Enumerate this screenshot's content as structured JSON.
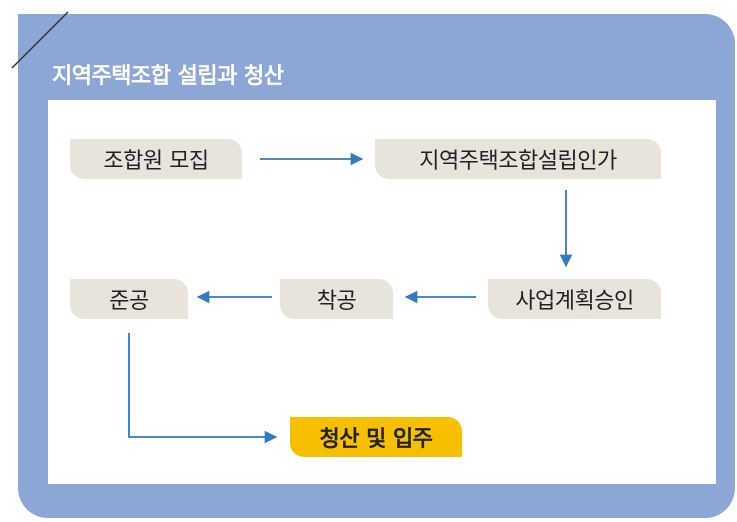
{
  "title": "지역주택조합 설립과 청산",
  "colors": {
    "frame": "#8ca6d6",
    "node": "#e8e4dc",
    "final": "#f6c000",
    "arrow": "#2f7cc1",
    "corner_line": "#333333"
  },
  "nodes": {
    "recruit": "조합원 모집",
    "establish": "지역주택조합설립인가",
    "approval": "사업계획승인",
    "construction": "착공",
    "completion": "준공",
    "liquidation": "청산 및 입주"
  }
}
